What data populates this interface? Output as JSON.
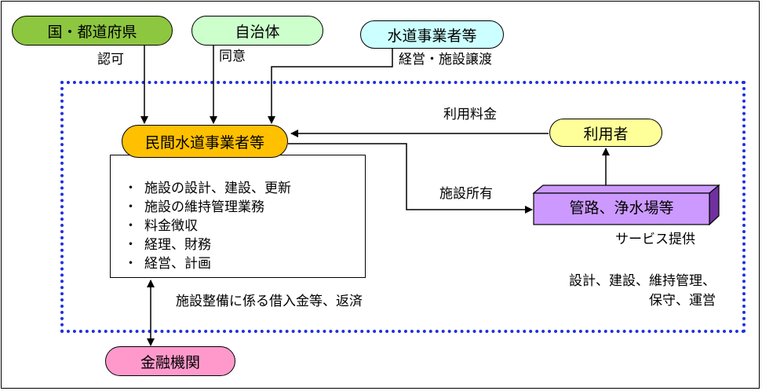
{
  "nodes": {
    "national_pref": "国・都道府県",
    "municipality": "自治体",
    "water_operator": "水道事業者等",
    "private_operator": "民間水道事業者等",
    "users": "利用者",
    "facilities": "管路、浄水場等",
    "financial": "金融機関"
  },
  "tasks": [
    "施設の設計、建設、更新",
    "施設の維持管理業務",
    "料金徴収",
    "経理、財務",
    "経営、計画"
  ],
  "labels": {
    "approval": "認可",
    "consent": "同意",
    "management_transfer": "経営・施設譲渡",
    "usage_fee": "利用料金",
    "facility_ownership": "施設所有",
    "service_provision": "サービス提供",
    "roles_line1": "設計、建設、維持管理、",
    "roles_line2": "保守、運営",
    "borrowing": "施設整備に係る借入金等、返済"
  },
  "colors": {
    "national_pref": "#8dc63f",
    "municipality": "#ccffcc",
    "water_operator": "#ccffff",
    "private_operator": "#ffc000",
    "users": "#ffff99",
    "facilities": "#cc99ff",
    "facilities_side": "#7030a0",
    "financial": "#ff99cc",
    "boundary": "#1f2fe0"
  }
}
